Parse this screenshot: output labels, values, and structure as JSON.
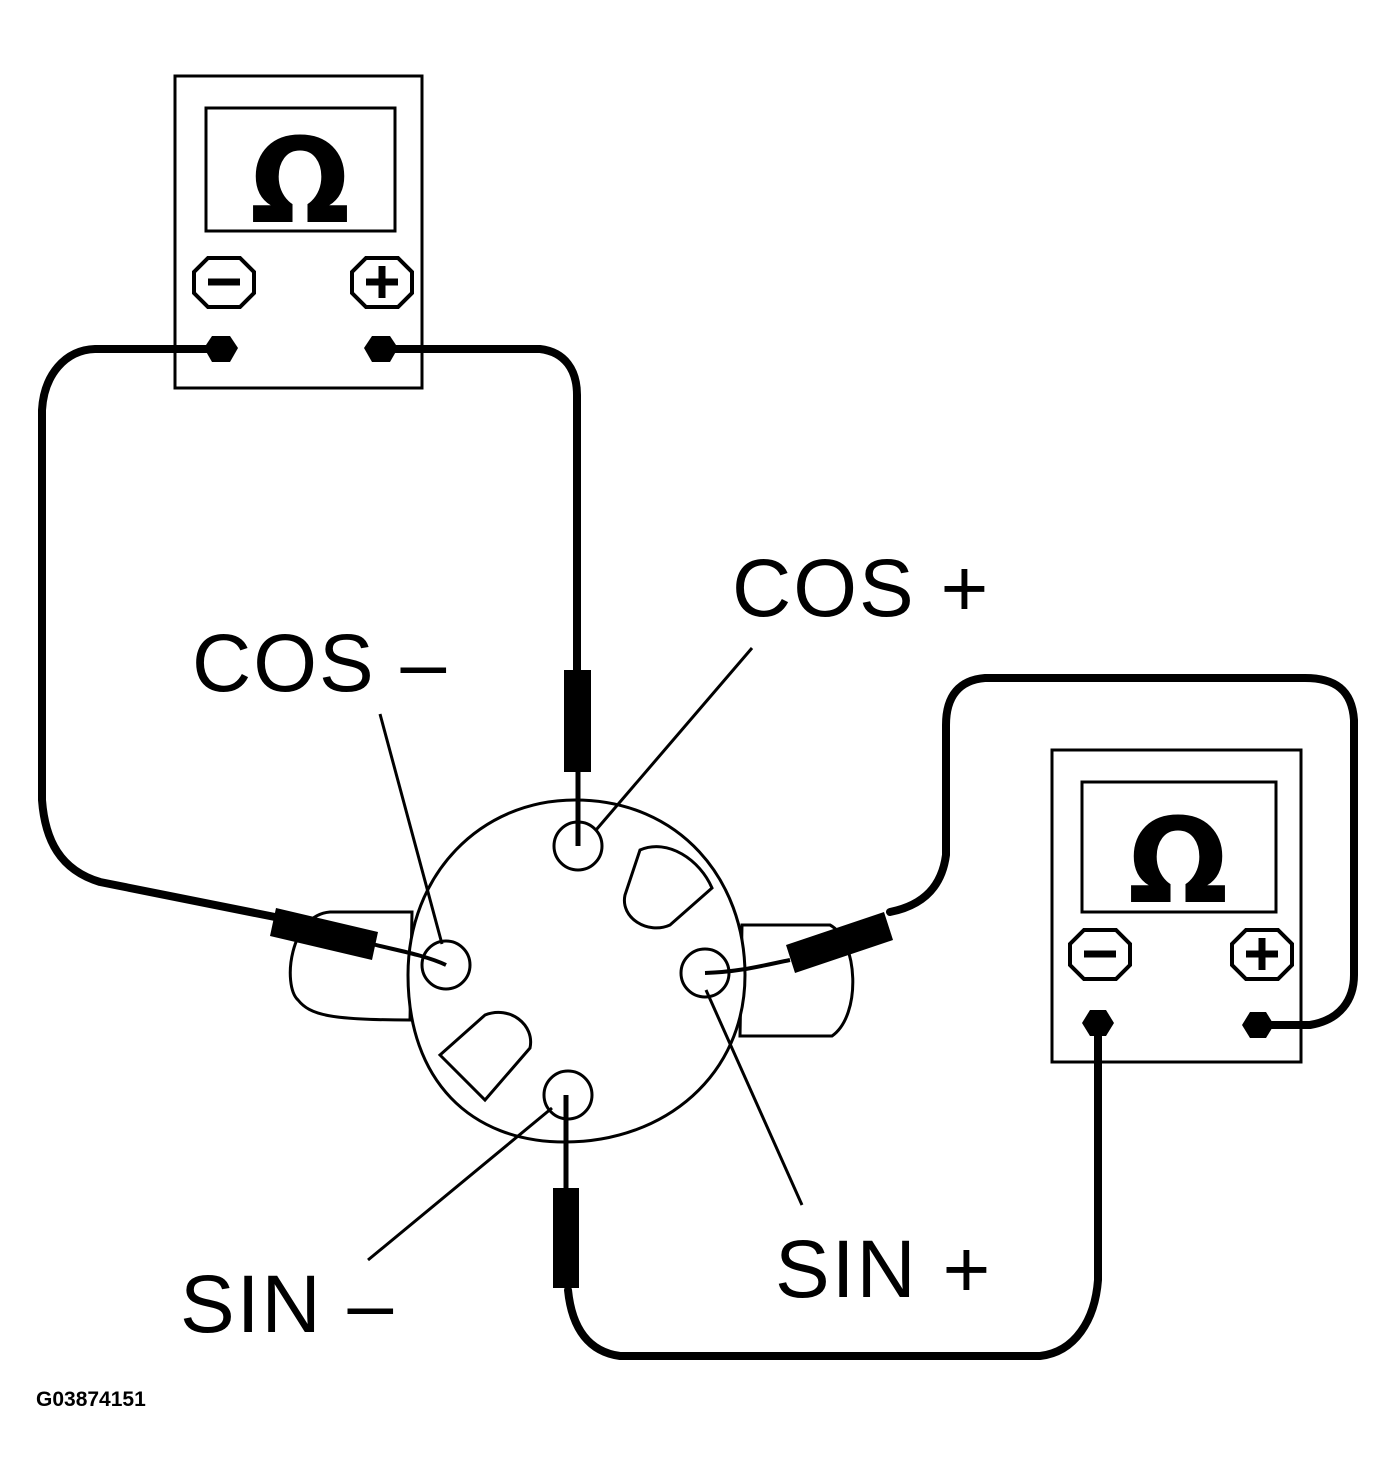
{
  "labels": {
    "cos_minus": "COS –",
    "cos_plus": "COS +",
    "sin_minus": "SIN –",
    "sin_plus": "SIN +"
  },
  "meters": [
    {
      "symbol": "Ω",
      "neg": "–",
      "pos": "+"
    },
    {
      "symbol": "Ω",
      "neg": "–",
      "pos": "+"
    }
  ],
  "figure_id": "G03874151"
}
